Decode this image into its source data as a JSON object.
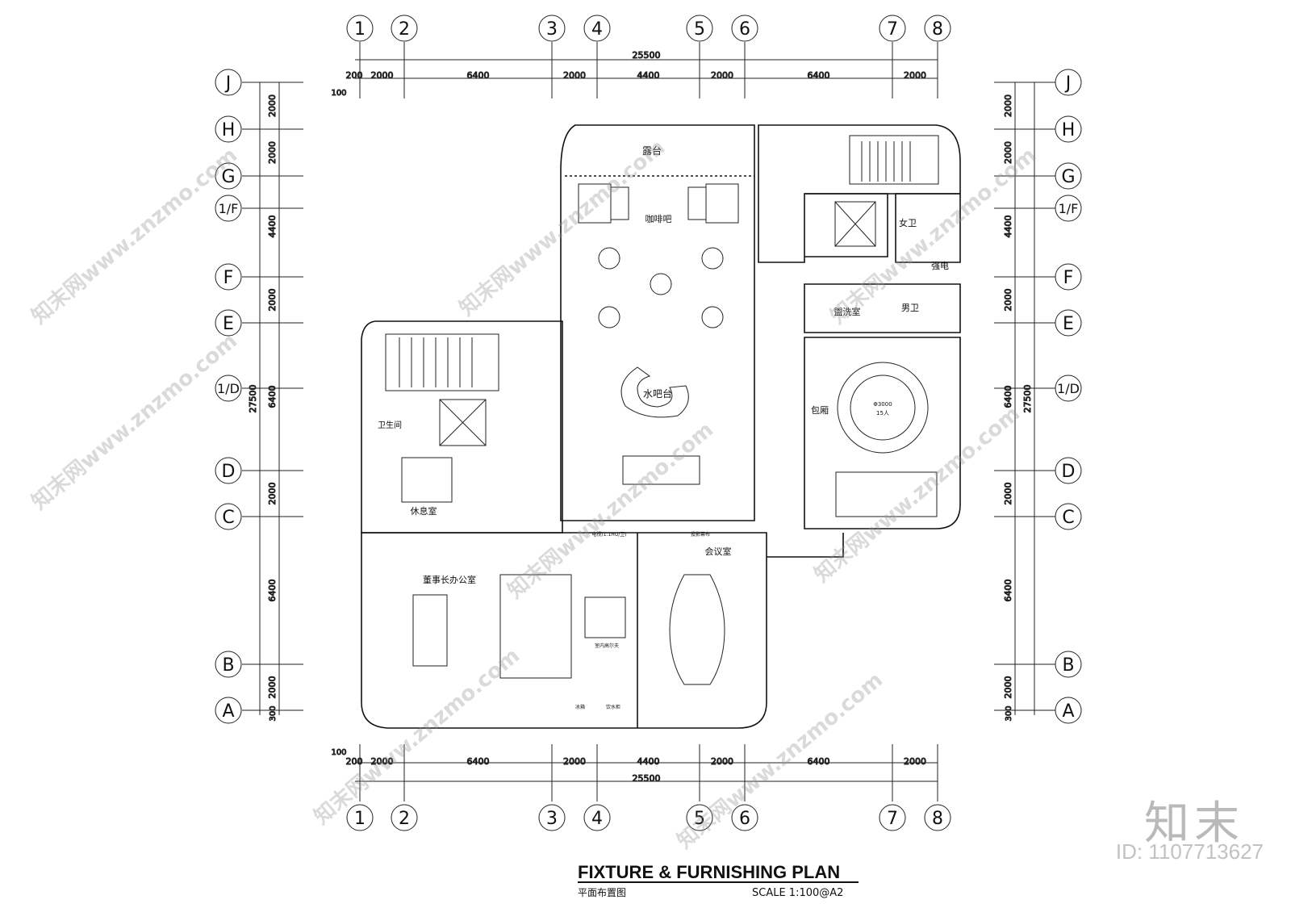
{
  "grid": {
    "columns": [
      "1",
      "2",
      "3",
      "4",
      "5",
      "6",
      "7",
      "8"
    ],
    "rows": [
      "J",
      "H",
      "G",
      "1/F",
      "F",
      "E",
      "1/D",
      "D",
      "C",
      "B",
      "A"
    ]
  },
  "dimensions": {
    "total_horizontal": "25500",
    "horizontal_segments": [
      "200",
      "2000",
      "6400",
      "2000",
      "4400",
      "2000",
      "6400",
      "2000"
    ],
    "edge_offset": "100",
    "total_vertical": "27500",
    "vertical_segments": [
      "2000",
      "2000",
      "4400",
      "2000",
      "6400",
      "2000",
      "6400",
      "2000"
    ],
    "bottom_offset": "300"
  },
  "rooms": {
    "terrace": "露台",
    "coffee_bar": "咖啡吧",
    "water_bar": "水吧台",
    "female_wc": "女卫",
    "electrical": "强电",
    "male_wc": "男卫",
    "washroom": "盥洗室",
    "private_room": "包厢",
    "table_note_1": "Φ3000",
    "table_note_2": "15人",
    "bathroom": "卫生间",
    "rest_room": "休息室",
    "chairman_office": "董事长办公室",
    "meeting_room": "会议室",
    "projection_screen": "投影幕布",
    "tv_note": "电视(1.1HU/卫)",
    "golf_note": "室内高尔夫",
    "ice_box": "冰箱",
    "water_cabinet": "饮水柜"
  },
  "title_block": {
    "title": "FIXTURE & FURNISHING PLAN",
    "subtitle": "平面布置图",
    "scale": "SCALE  1:100@A2"
  },
  "watermark": {
    "text": "知末网www.znzmo.com",
    "brand": "知末",
    "image_id": "ID: 1107713627"
  },
  "colors": {
    "line": "#111111",
    "watermark": "#b9b9b9"
  }
}
